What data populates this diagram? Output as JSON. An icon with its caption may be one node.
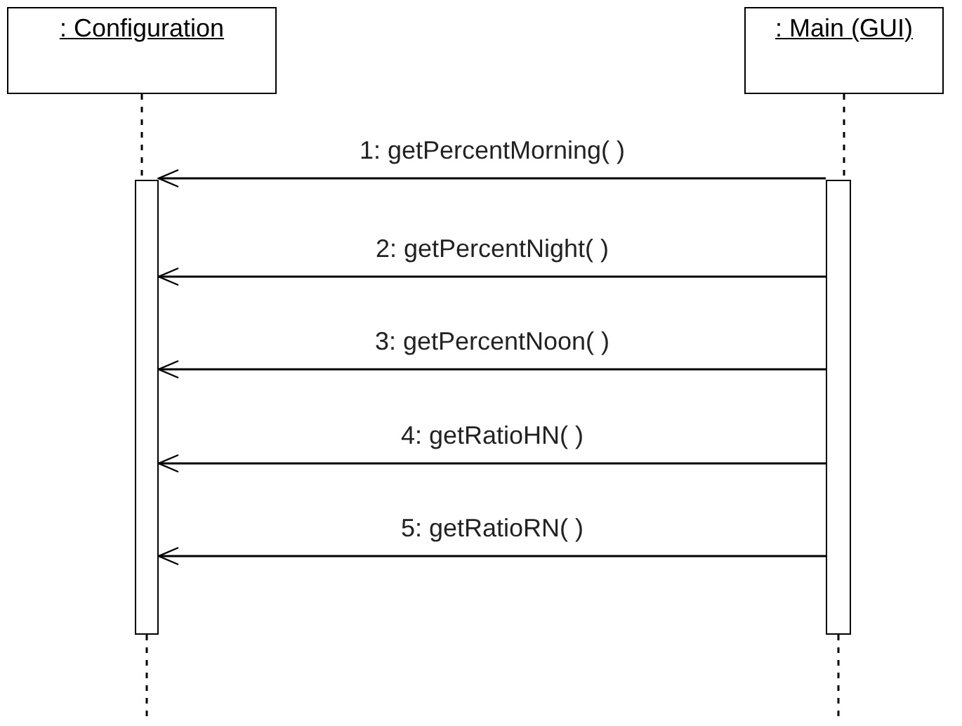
{
  "diagram": {
    "nodes": [
      {
        "text": [
          ": Configuration"
        ]
      },
      {
        "text": [
          ": Main (GUI)"
        ]
      },
      {
        "text": [],
        "shape": "bar"
      },
      {
        "text": [],
        "shape": "bar"
      }
    ],
    "edges": [
      {
        "from": 0,
        "to": 2,
        "arrow": "none",
        "style": "dashed"
      },
      {
        "from": 1,
        "to": 3,
        "arrow": "none",
        "style": "dashed"
      },
      {
        "from": 3,
        "to": 2,
        "arrow": "to",
        "label": "1: getPercentMorning( )"
      },
      {
        "from": 3,
        "to": 2,
        "arrow": "to",
        "label": "2: getPercentNight( )"
      },
      {
        "from": 3,
        "to": 2,
        "arrow": "to",
        "label": "3: getPercentNoon( )"
      },
      {
        "from": 3,
        "to": 2,
        "arrow": "to",
        "label": "4: getRatioHN( )"
      },
      {
        "from": 3,
        "to": 2,
        "arrow": "to",
        "label": "5: getRatioRN( )"
      }
    ]
  }
}
